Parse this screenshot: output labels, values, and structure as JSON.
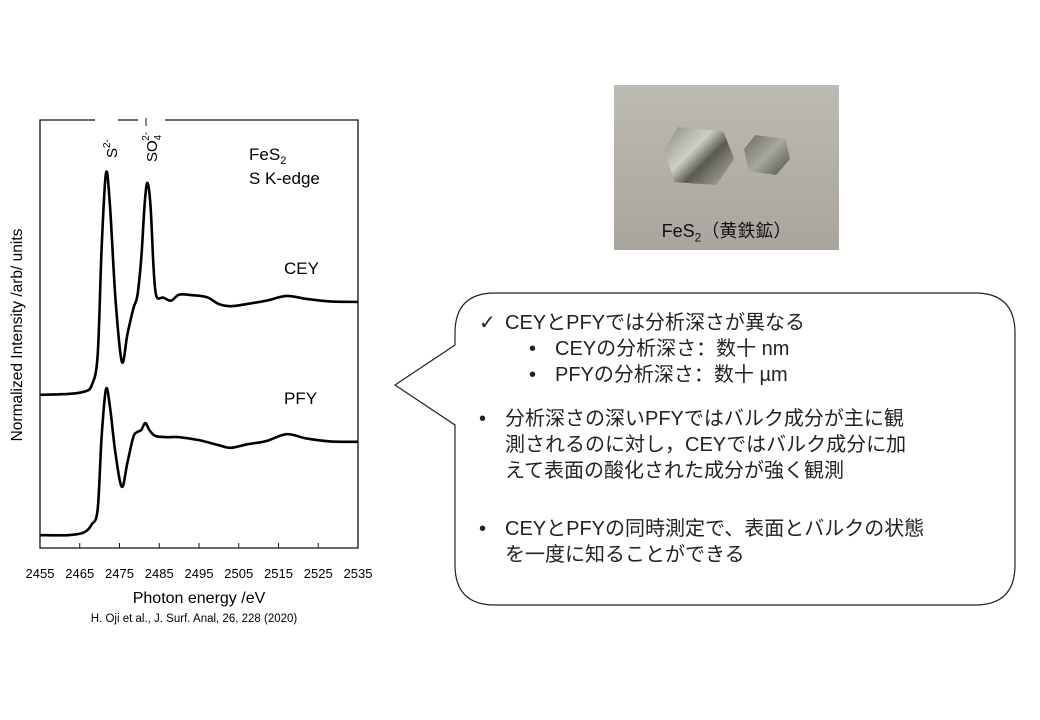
{
  "chart_data": {
    "type": "line",
    "xlabel": "Photon energy /eV",
    "ylabel": "Normalized Intensity /arb/ units",
    "xlim": [
      2455,
      2535
    ],
    "ylim": [
      0,
      100
    ],
    "x_ticks": [
      "2455",
      "2465",
      "2475",
      "2485",
      "2495",
      "2505",
      "2515",
      "2525",
      "2535"
    ],
    "annotations": {
      "title_line1": "FeS",
      "title_sub": "2",
      "title_line2": "S K-edge",
      "peak1": "S",
      "peak1_sup": "2-",
      "peak2": "SO",
      "peak2_sub": "4",
      "peak2_sup": "2-"
    },
    "citation": "H. Oji et al., J. Surf. Anal, 26, 228 (2020)",
    "series": [
      {
        "name": "CEY",
        "x": [
          2455,
          2462,
          2466,
          2468,
          2469.5,
          2470.5,
          2471.6,
          2472.6,
          2474,
          2475.6,
          2477,
          2478.5,
          2479.5,
          2480.5,
          2481.3,
          2482,
          2482.8,
          2483.6,
          2484.3,
          2486,
          2488,
          2490,
          2493,
          2497,
          2500,
          2503,
          2507,
          2512,
          2517,
          2522,
          2528,
          2535
        ],
        "y": [
          35.8,
          36,
          36.5,
          38,
          45,
          70,
          87.6,
          80,
          58,
          43.5,
          50,
          56,
          59,
          68,
          80,
          85.3,
          80,
          65,
          58.8,
          58.5,
          57.8,
          59.2,
          59.1,
          58.6,
          57,
          56.5,
          57,
          57.8,
          58.9,
          58.2,
          57.6,
          57.5
        ]
      },
      {
        "name": "PFY",
        "x": [
          2455,
          2462,
          2466,
          2468,
          2469.5,
          2470.5,
          2471.6,
          2472.6,
          2474,
          2475.6,
          2477,
          2478.5,
          2479.5,
          2480.5,
          2481.5,
          2482.5,
          2484,
          2487,
          2490,
          2495,
          2500,
          2503,
          2507,
          2512,
          2517,
          2522,
          2528,
          2535
        ],
        "y": [
          3,
          3,
          3.6,
          5.5,
          9,
          26,
          37.1,
          33,
          22,
          14.3,
          20,
          26,
          27.1,
          27.6,
          29.2,
          27.6,
          26.2,
          25.9,
          25.9,
          25.2,
          24,
          23.4,
          24.2,
          25,
          26.6,
          25.6,
          24.9,
          24.8
        ]
      }
    ]
  },
  "photo": {
    "caption": "FeS",
    "caption_sub": "2",
    "caption_tail": "（黄鉄鉱）"
  },
  "callout": {
    "check_item": "CEYとPFYでは分析深さが異なる",
    "sub_items": [
      "CEYの分析深さ：数十 nm",
      "PFYの分析深さ：数十 µm"
    ],
    "bullets": [
      [
        "分析深さの深いPFYではバルク成分が主に観",
        "測されるのに対し，CEYではバルク成分に加",
        "えて表面の酸化された成分が強く観測"
      ],
      [
        "CEYとPFYの同時測定で、表面とバルクの状態",
        "を一度に知ることができる"
      ]
    ],
    "check_mark": "✓",
    "bullet_mark": "•"
  }
}
